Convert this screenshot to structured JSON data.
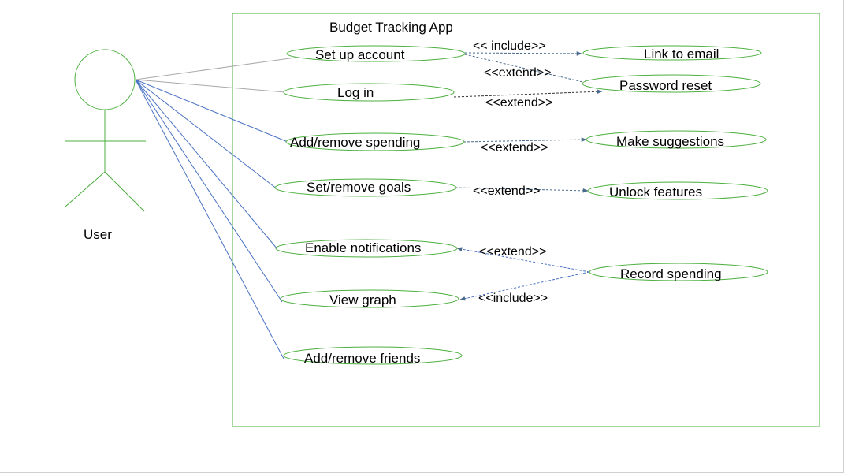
{
  "system": {
    "title": "Budget Tracking App"
  },
  "actor": {
    "name": "User"
  },
  "colors": {
    "green": "#4caf3f",
    "blue": "#4a72c4",
    "gray": "#a9a9a9",
    "dash": "#4a6a8c"
  },
  "use_cases": [
    {
      "id": "setup",
      "label": "Set up account"
    },
    {
      "id": "login",
      "label": "Log in"
    },
    {
      "id": "spending",
      "label": "Add/remove spending"
    },
    {
      "id": "goals",
      "label": "Set/remove goals"
    },
    {
      "id": "notifications",
      "label": "Enable notifications"
    },
    {
      "id": "graph",
      "label": "View graph"
    },
    {
      "id": "friends",
      "label": "Add/remove friends"
    },
    {
      "id": "email",
      "label": "Link to email"
    },
    {
      "id": "reset",
      "label": "Password reset"
    },
    {
      "id": "suggestions",
      "label": "Make suggestions"
    },
    {
      "id": "unlock",
      "label": "Unlock features"
    },
    {
      "id": "record",
      "label": "Record spending"
    }
  ],
  "relations": [
    {
      "id": "r1",
      "from": "setup",
      "to": "email",
      "label": "<< include>>"
    },
    {
      "id": "r2",
      "from": "setup",
      "to": "reset",
      "label": "<<extend>>"
    },
    {
      "id": "r3",
      "from": "login",
      "to": "reset",
      "label": "<<extend>>"
    },
    {
      "id": "r4",
      "from": "spending",
      "to": "suggestions",
      "label": "<<extend>>"
    },
    {
      "id": "r5",
      "from": "goals",
      "to": "unlock",
      "label": "<<extend>>"
    },
    {
      "id": "r6",
      "from": "record",
      "to": "notifications",
      "label": "<<extend>>"
    },
    {
      "id": "r7",
      "from": "record",
      "to": "graph",
      "label": "<<include>>"
    }
  ]
}
